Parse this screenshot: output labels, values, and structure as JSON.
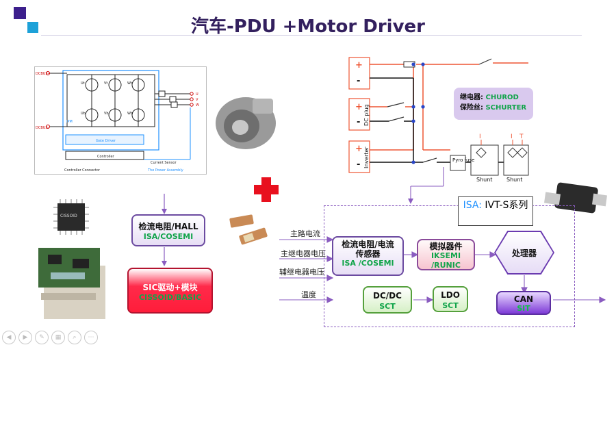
{
  "title": "汽车-PDU +Motor Driver",
  "schematic": {
    "dcbus_plus": "DCBUS+",
    "dcbus_minus": "DCBUS-",
    "ipm": "IPM",
    "gate_driver": "Gate Driver",
    "controller": "Controller",
    "current_sensor": "Current Sensor",
    "controller_connector": "Controller Connector",
    "power_assembly": "The Power Assembly",
    "phase_u": "U",
    "phase_v": "V",
    "phase_w": "W",
    "switches": [
      "Ut",
      "Vt",
      "Wt",
      "Ub",
      "Vb",
      "Wb"
    ]
  },
  "chip_label": "CISSOID",
  "left_boxes": {
    "sense": {
      "line1": "检流电阻/HALL",
      "line2": "ISA/COSEMI"
    },
    "sic": {
      "line1": "SIC驱动+模块",
      "line2": "CISSOID/BASIC"
    }
  },
  "pdu": {
    "pack1": [
      "+",
      "-"
    ],
    "pack2": [
      "+",
      "-"
    ],
    "pack3": [
      "+",
      "-"
    ],
    "dc_plug": "DC plug",
    "inverter": "Inverter",
    "pyro_fuse": "Pyro fuse",
    "shunt1": "Shunt",
    "shunt2": "Shunt",
    "shunt1_label": "I",
    "shunt2_labels": [
      "I",
      "T"
    ],
    "relay_line1_prefix": "继电器: ",
    "relay_line1_brand": "CHUROD",
    "relay_line2_prefix": "保险丝: ",
    "relay_line2_brand": "SCHURTER"
  },
  "isa_box": {
    "prefix": "ISA:",
    "text": " IVT-S系列"
  },
  "inputs": [
    "主路电流",
    "主继电器电压",
    "辅继电器电压",
    "温度"
  ],
  "blocks": {
    "sense": {
      "line1": "检流电阻/电流",
      "line2": "传感器",
      "line3": "ISA /COSEMI"
    },
    "analog": {
      "line1": "模拟器件",
      "line2": "IKSEMI",
      "line3": "/RUNIC"
    },
    "processor": "处理器",
    "dcdc": {
      "line1": "DC/DC",
      "line2": "SCT"
    },
    "ldo": {
      "line1": "LDO",
      "line2": "SCT"
    },
    "can": {
      "line1": "CAN",
      "line2": "SIT"
    }
  },
  "colors": {
    "accent": "#33205e",
    "green": "#11a44a",
    "purple": "#6b4aa0",
    "red": "#ff1d3a"
  }
}
